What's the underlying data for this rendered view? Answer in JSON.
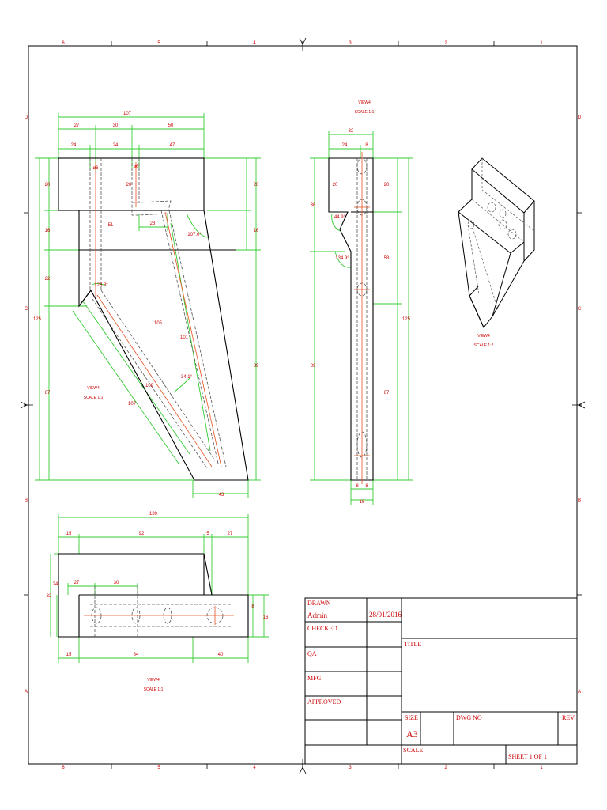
{
  "colors": {
    "outline": "#000000",
    "dimension": "#33cc33",
    "hidden": "#555555",
    "centerline": "#e8501e",
    "label": "#cc0000"
  },
  "border": {
    "top_zones": [
      "6",
      "5",
      "4",
      "3",
      "2",
      "1"
    ],
    "bottom_zones": [
      "6",
      "5",
      "4",
      "3",
      "2",
      "1"
    ],
    "left_zones": [
      "D",
      "C",
      "B",
      "A"
    ],
    "right_zones": [
      "D",
      "C",
      "B",
      "A"
    ]
  },
  "views": {
    "front": {
      "label": "VIEW4",
      "scale": "SCALE 1:1",
      "dims": [
        "107",
        "27",
        "30",
        "50",
        "24",
        "24",
        "47",
        "20",
        "20",
        "20",
        "16",
        "16",
        "22",
        "23",
        "51",
        "125",
        "89",
        "67",
        "107.0°",
        "105",
        "101",
        "109",
        "107",
        "34.1°",
        "43",
        "ø6",
        "ø6",
        "128.8°"
      ]
    },
    "side": {
      "label": "VIEW4",
      "scale": "SCALE 1:1",
      "dims": [
        "32",
        "24",
        "8",
        "20",
        "20",
        "36",
        "58",
        "125",
        "89",
        "67",
        "44.9°",
        "134.9°",
        "8",
        "8",
        "16"
      ]
    },
    "iso": {
      "label": "VIEW4",
      "scale": "SCALE 1:2"
    },
    "top": {
      "label": "VIEW4",
      "scale": "SCALE 1:1",
      "dims": [
        "139",
        "15",
        "92",
        "5",
        "27",
        "24",
        "27",
        "30",
        "32",
        "8",
        "16",
        "15",
        "84",
        "40"
      ]
    }
  },
  "title_block": {
    "drawn_label": "DRAWN",
    "drawn_by": "Admin",
    "drawn_date": "28/01/2016",
    "checked_label": "CHECKED",
    "qa_label": "QA",
    "mfg_label": "MFG",
    "approved_label": "APPROVED",
    "title_label": "TITLE",
    "size_label": "SIZE",
    "size_value": "A3",
    "dwg_no_label": "DWG NO",
    "rev_label": "REV",
    "scale_label": "SCALE",
    "sheet_label": "SHEET 1 OF 1"
  }
}
